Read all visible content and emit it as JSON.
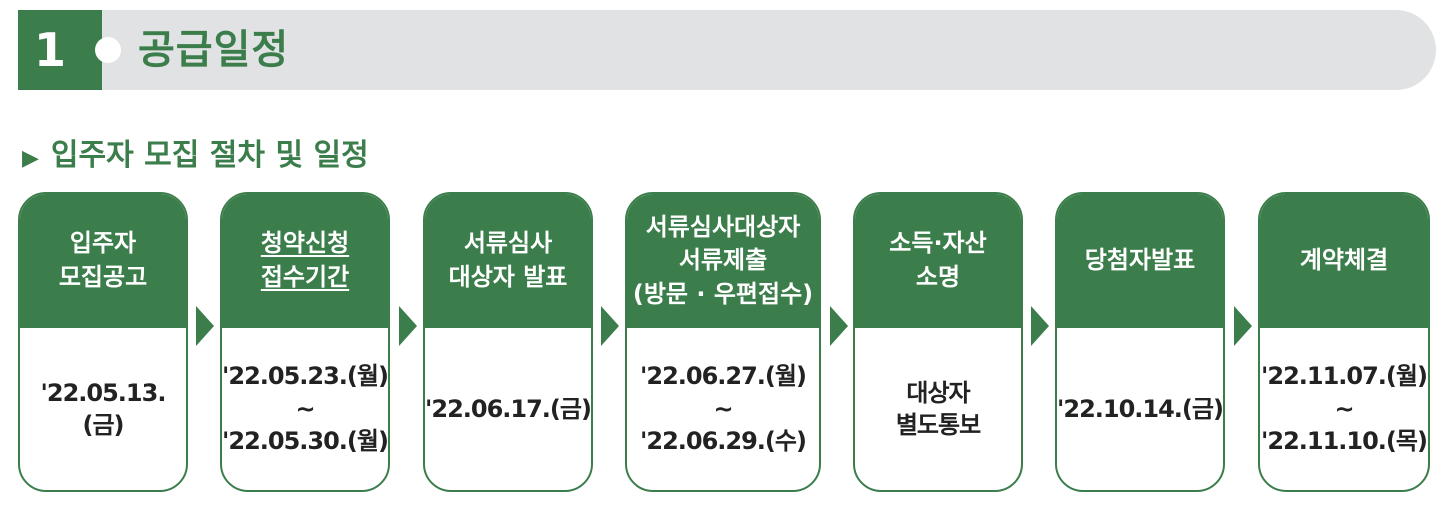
{
  "section": {
    "number": "1",
    "title": "공급일정"
  },
  "subheading": {
    "marker": "▶",
    "text": "입주자 모집 절차 및 일정"
  },
  "steps": [
    {
      "title": "입주자\n모집공고",
      "detail": "'22.05.13.\n(금)"
    },
    {
      "title": "청약신청\n접수기간",
      "detail": "'22.05.23.(월)\n~\n'22.05.30.(월)"
    },
    {
      "title": "서류심사\n대상자 발표",
      "detail": "'22.06.17.(금)"
    },
    {
      "title": "서류심사대상자\n서류제출\n(방문 · 우편접수)",
      "detail": "'22.06.27.(월)\n~\n'22.06.29.(수)"
    },
    {
      "title": "소득·자산\n소명",
      "detail": "대상자\n별도통보"
    },
    {
      "title": "당첨자발표",
      "detail": "'22.10.14.(금)"
    },
    {
      "title": "계약체결",
      "detail": "'22.11.07.(월)\n~\n'22.11.10.(목)"
    }
  ],
  "colors": {
    "accent": "#3b7d4b",
    "header_bg": "#e1e2e3"
  }
}
